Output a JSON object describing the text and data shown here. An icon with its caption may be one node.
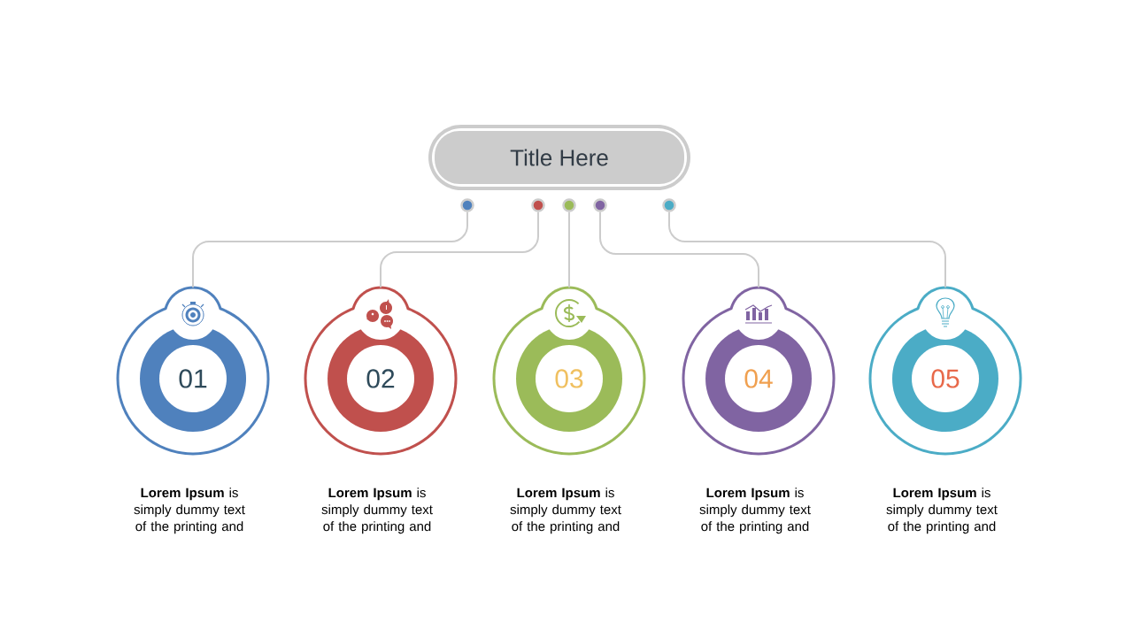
{
  "diagram": {
    "nodes": [
      {
        "text": [
          "Title Here"
        ]
      },
      {
        "text": [],
        "shape": "circle"
      },
      {
        "text": [],
        "shape": "circle"
      },
      {
        "text": [],
        "shape": "circle"
      },
      {
        "text": [],
        "shape": "circle"
      },
      {
        "text": [],
        "shape": "circle"
      },
      {
        "text": [
          "01"
        ],
        "beside": [
          "**Lorem Ipsum** is simply dummy text of the printing and"
        ]
      },
      {
        "text": [
          "02"
        ],
        "beside": [
          "**Lorem Ipsum** is simply dummy text of the printing and"
        ]
      },
      {
        "text": [
          "03"
        ],
        "beside": [
          "**Lorem Ipsum** is simply dummy text of the printing and"
        ]
      },
      {
        "text": [
          "04"
        ],
        "beside": [
          "**Lorem Ipsum** is simply dummy text of the printing and"
        ]
      },
      {
        "text": [
          "05"
        ],
        "beside": [
          "**Lorem Ipsum** is simply dummy text of the printing and"
        ]
      }
    ],
    "edges": [
      {
        "from": 1,
        "to": 6,
        "arrow": "none"
      },
      {
        "from": 2,
        "to": 7,
        "arrow": "none"
      },
      {
        "from": 3,
        "to": 8,
        "arrow": "none"
      },
      {
        "from": 4,
        "to": 9,
        "arrow": "none"
      },
      {
        "from": 5,
        "to": 10,
        "arrow": "none"
      }
    ]
  }
}
